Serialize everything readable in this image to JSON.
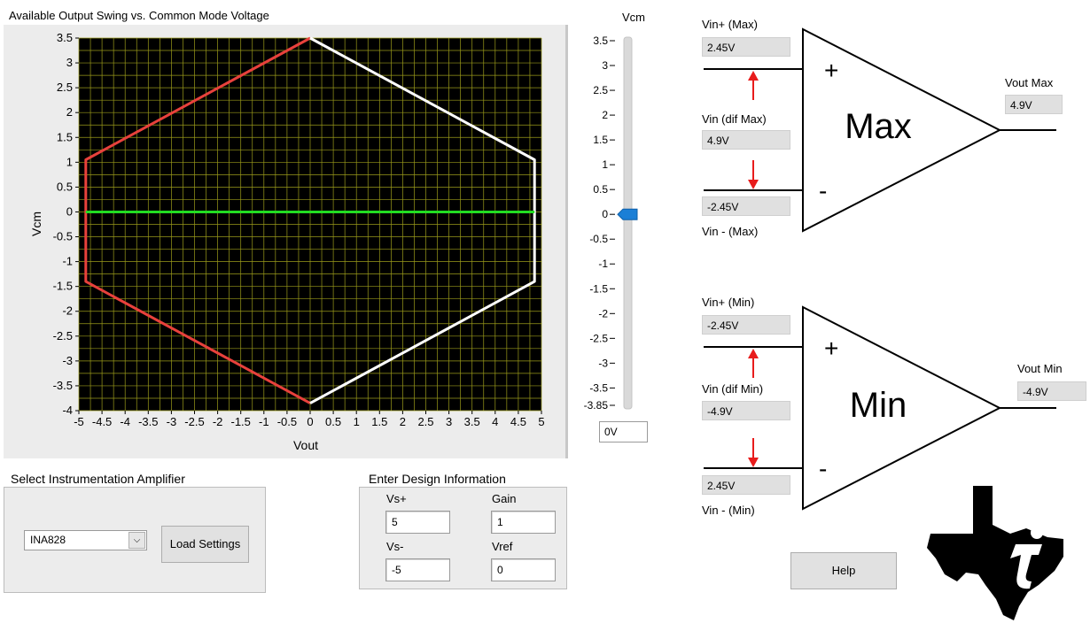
{
  "chart_data": {
    "type": "line",
    "title": "Available Output Swing vs. Common Mode Voltage",
    "xlabel": "Vout",
    "ylabel": "Vcm",
    "xlim": [
      -5,
      5
    ],
    "ylim": [
      -4,
      3.5
    ],
    "x_ticks": [
      "-5",
      "-4.5",
      "-4",
      "-3.5",
      "-3",
      "-2.5",
      "-2",
      "-1.5",
      "-1",
      "-0.5",
      "0",
      "0.5",
      "1",
      "1.5",
      "2",
      "2.5",
      "3",
      "3.5",
      "4",
      "4.5",
      "5"
    ],
    "y_ticks": [
      "3.5",
      "3",
      "2.5",
      "2",
      "1.5",
      "1",
      "0.5",
      "0",
      "-0.5",
      "-1",
      "-1.5",
      "-2",
      "-2.5",
      "-3",
      "-3.5",
      "-4"
    ],
    "grid": true,
    "series": [
      {
        "color": "#e8413c",
        "points": [
          [
            0,
            3.5
          ],
          [
            -4.85,
            1.05
          ],
          [
            -4.85,
            -1.4
          ],
          [
            0,
            -3.85
          ]
        ]
      },
      {
        "color": "#ffffff",
        "points": [
          [
            0,
            3.5
          ],
          [
            4.85,
            1.05
          ],
          [
            4.85,
            -1.4
          ],
          [
            0,
            -3.85
          ]
        ]
      },
      {
        "color": "#22dd22",
        "points": [
          [
            -4.85,
            0
          ],
          [
            4.85,
            0
          ]
        ]
      }
    ]
  },
  "slider": {
    "title": "Vcm",
    "ticks": [
      "3.5",
      "3",
      "2.5",
      "2",
      "1.5",
      "1",
      "0.5",
      "0",
      "-0.5",
      "-1",
      "-1.5",
      "-2",
      "-2.5",
      "-3",
      "-3.5",
      "-3.85"
    ],
    "value": 0,
    "min": -3.85,
    "max": 3.5,
    "display": "0V"
  },
  "amp_max": {
    "vin_plus_label": "Vin+ (Max)",
    "vin_plus": "2.45V",
    "vin_dif_label": "Vin (dif Max)",
    "vin_dif": "4.9V",
    "vin_minus": "-2.45V",
    "vin_minus_label": "Vin - (Max)",
    "vout_label": "Vout Max",
    "vout": "4.9V",
    "name": "Max",
    "plus": "+",
    "minus": "-"
  },
  "amp_min": {
    "vin_plus_label": "Vin+ (Min)",
    "vin_plus": "-2.45V",
    "vin_dif_label": "Vin (dif Min)",
    "vin_dif": "-4.9V",
    "vin_minus": "2.45V",
    "vin_minus_label": "Vin - (Min)",
    "vout_label": "Vout Min",
    "vout": "-4.9V",
    "name": "Min",
    "plus": "+",
    "minus": "-"
  },
  "select_amp": {
    "title": "Select Instrumentation Amplifier",
    "selected": "INA828",
    "load_button": "Load Settings"
  },
  "design": {
    "title": "Enter Design Information",
    "vs_plus_label": "Vs+",
    "vs_plus": "5",
    "gain_label": "Gain",
    "gain": "1",
    "vs_minus_label": "Vs-",
    "vs_minus": "-5",
    "vref_label": "Vref",
    "vref": "0"
  },
  "help_button": "Help",
  "colors": {
    "plot_bg": "#000000",
    "grid": "#9a9a1a",
    "accent": "#1b7fd6",
    "arrow": "#e81c1c"
  }
}
